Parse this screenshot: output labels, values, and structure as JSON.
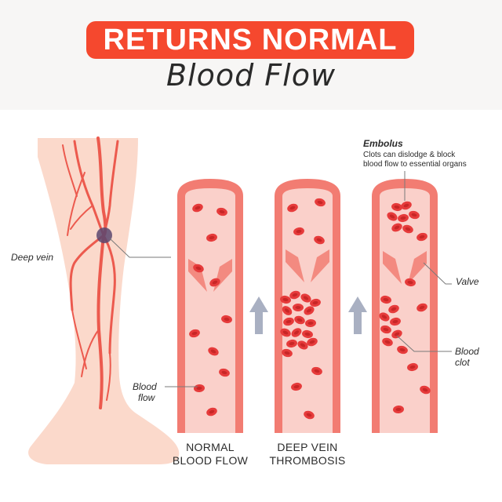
{
  "header": {
    "title": "RETURNS NORMAL",
    "subtitle": "Blood Flow"
  },
  "labels": {
    "deep_vein": "Deep vein",
    "blood_flow_line1": "Blood",
    "blood_flow_line2": "flow",
    "embolus_title": "Embolus",
    "embolus_line1": "Clots can dislodge & block",
    "embolus_line2": "blood flow to essential organs",
    "valve": "Valve",
    "blood_clot_line1": "Blood",
    "blood_clot_line2": "clot"
  },
  "veins": [
    {
      "label_line1": "NORMAL",
      "label_line2": "BLOOD FLOW"
    },
    {
      "label_line1": "DEEP VEIN",
      "label_line2": "THROMBOSIS"
    }
  ],
  "colors": {
    "accent": "#f5482e",
    "skin": "#fbd9cb",
    "vessel_outer": "#f27c72",
    "vessel_inner": "#fad0ca",
    "cell": "#e63b3b",
    "arrow": "#a9b0c2"
  }
}
